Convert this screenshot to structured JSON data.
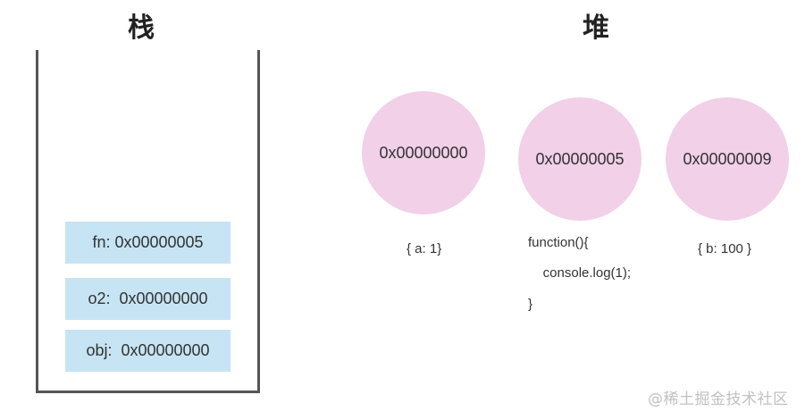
{
  "titles": {
    "stack": "栈",
    "heap": "堆"
  },
  "stack": {
    "frames": [
      {
        "label": "fn: 0x00000005"
      },
      {
        "label": "o2:  0x00000000"
      },
      {
        "label": "obj:  0x00000000"
      }
    ],
    "colors": {
      "frame_bg": "#c6e4f3",
      "border": "#555555"
    }
  },
  "heap": {
    "objects": [
      {
        "address": "0x00000000",
        "value": "{ a: 1}"
      },
      {
        "address": "0x00000005",
        "value_lines": [
          "function(){",
          "    console.log(1);",
          "}"
        ]
      },
      {
        "address": "0x00000009",
        "value": "{ b: 100 }"
      }
    ],
    "colors": {
      "circle_bg": "#f1d0e8"
    }
  },
  "watermark": "@稀土掘金技术社区"
}
